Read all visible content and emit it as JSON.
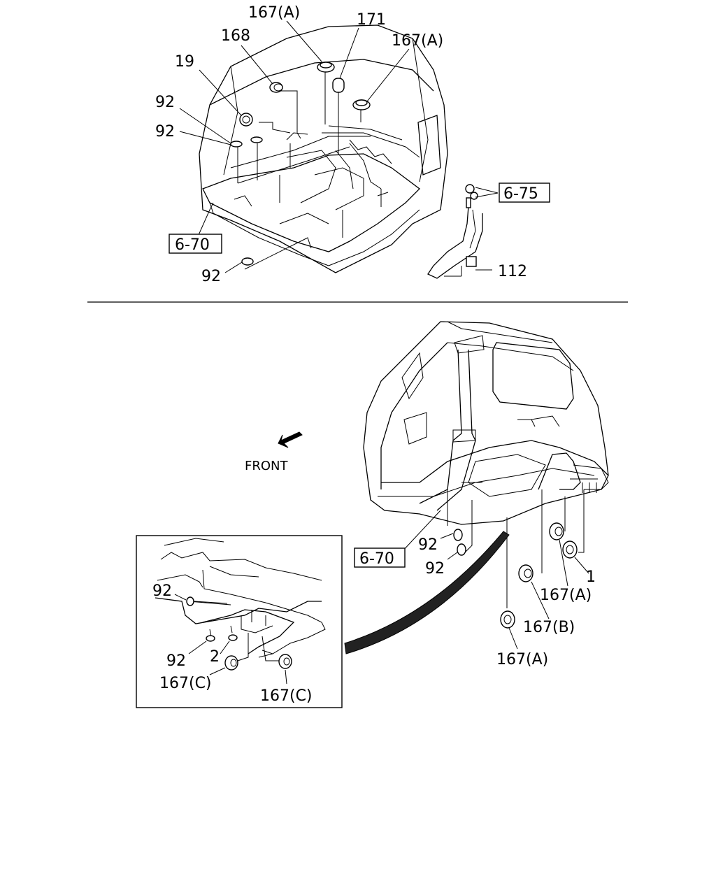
{
  "top_view": {
    "labels": {
      "p167a_top_left": "167(A)",
      "p171": "171",
      "p167a_top_right": "167(A)",
      "p168": "168",
      "p19": "19",
      "p92_a": "92",
      "p92_b": "92",
      "p92_bottom": "92",
      "ref_6_70": "6-70",
      "ref_6_75": "6-75",
      "p112": "112"
    }
  },
  "bottom_view": {
    "front_label": "FRONT",
    "labels": {
      "ref_6_70": "6-70",
      "p92_a": "92",
      "p92_b": "92",
      "p1": "1",
      "p167a_right": "167(A)",
      "p167b": "167(B)",
      "p167a_bottom": "167(A)"
    }
  },
  "detail_inset": {
    "labels": {
      "p92_top": "92",
      "p92_bottom": "92",
      "p2": "2",
      "p167c_left": "167(C)",
      "p167c_right": "167(C)"
    }
  }
}
